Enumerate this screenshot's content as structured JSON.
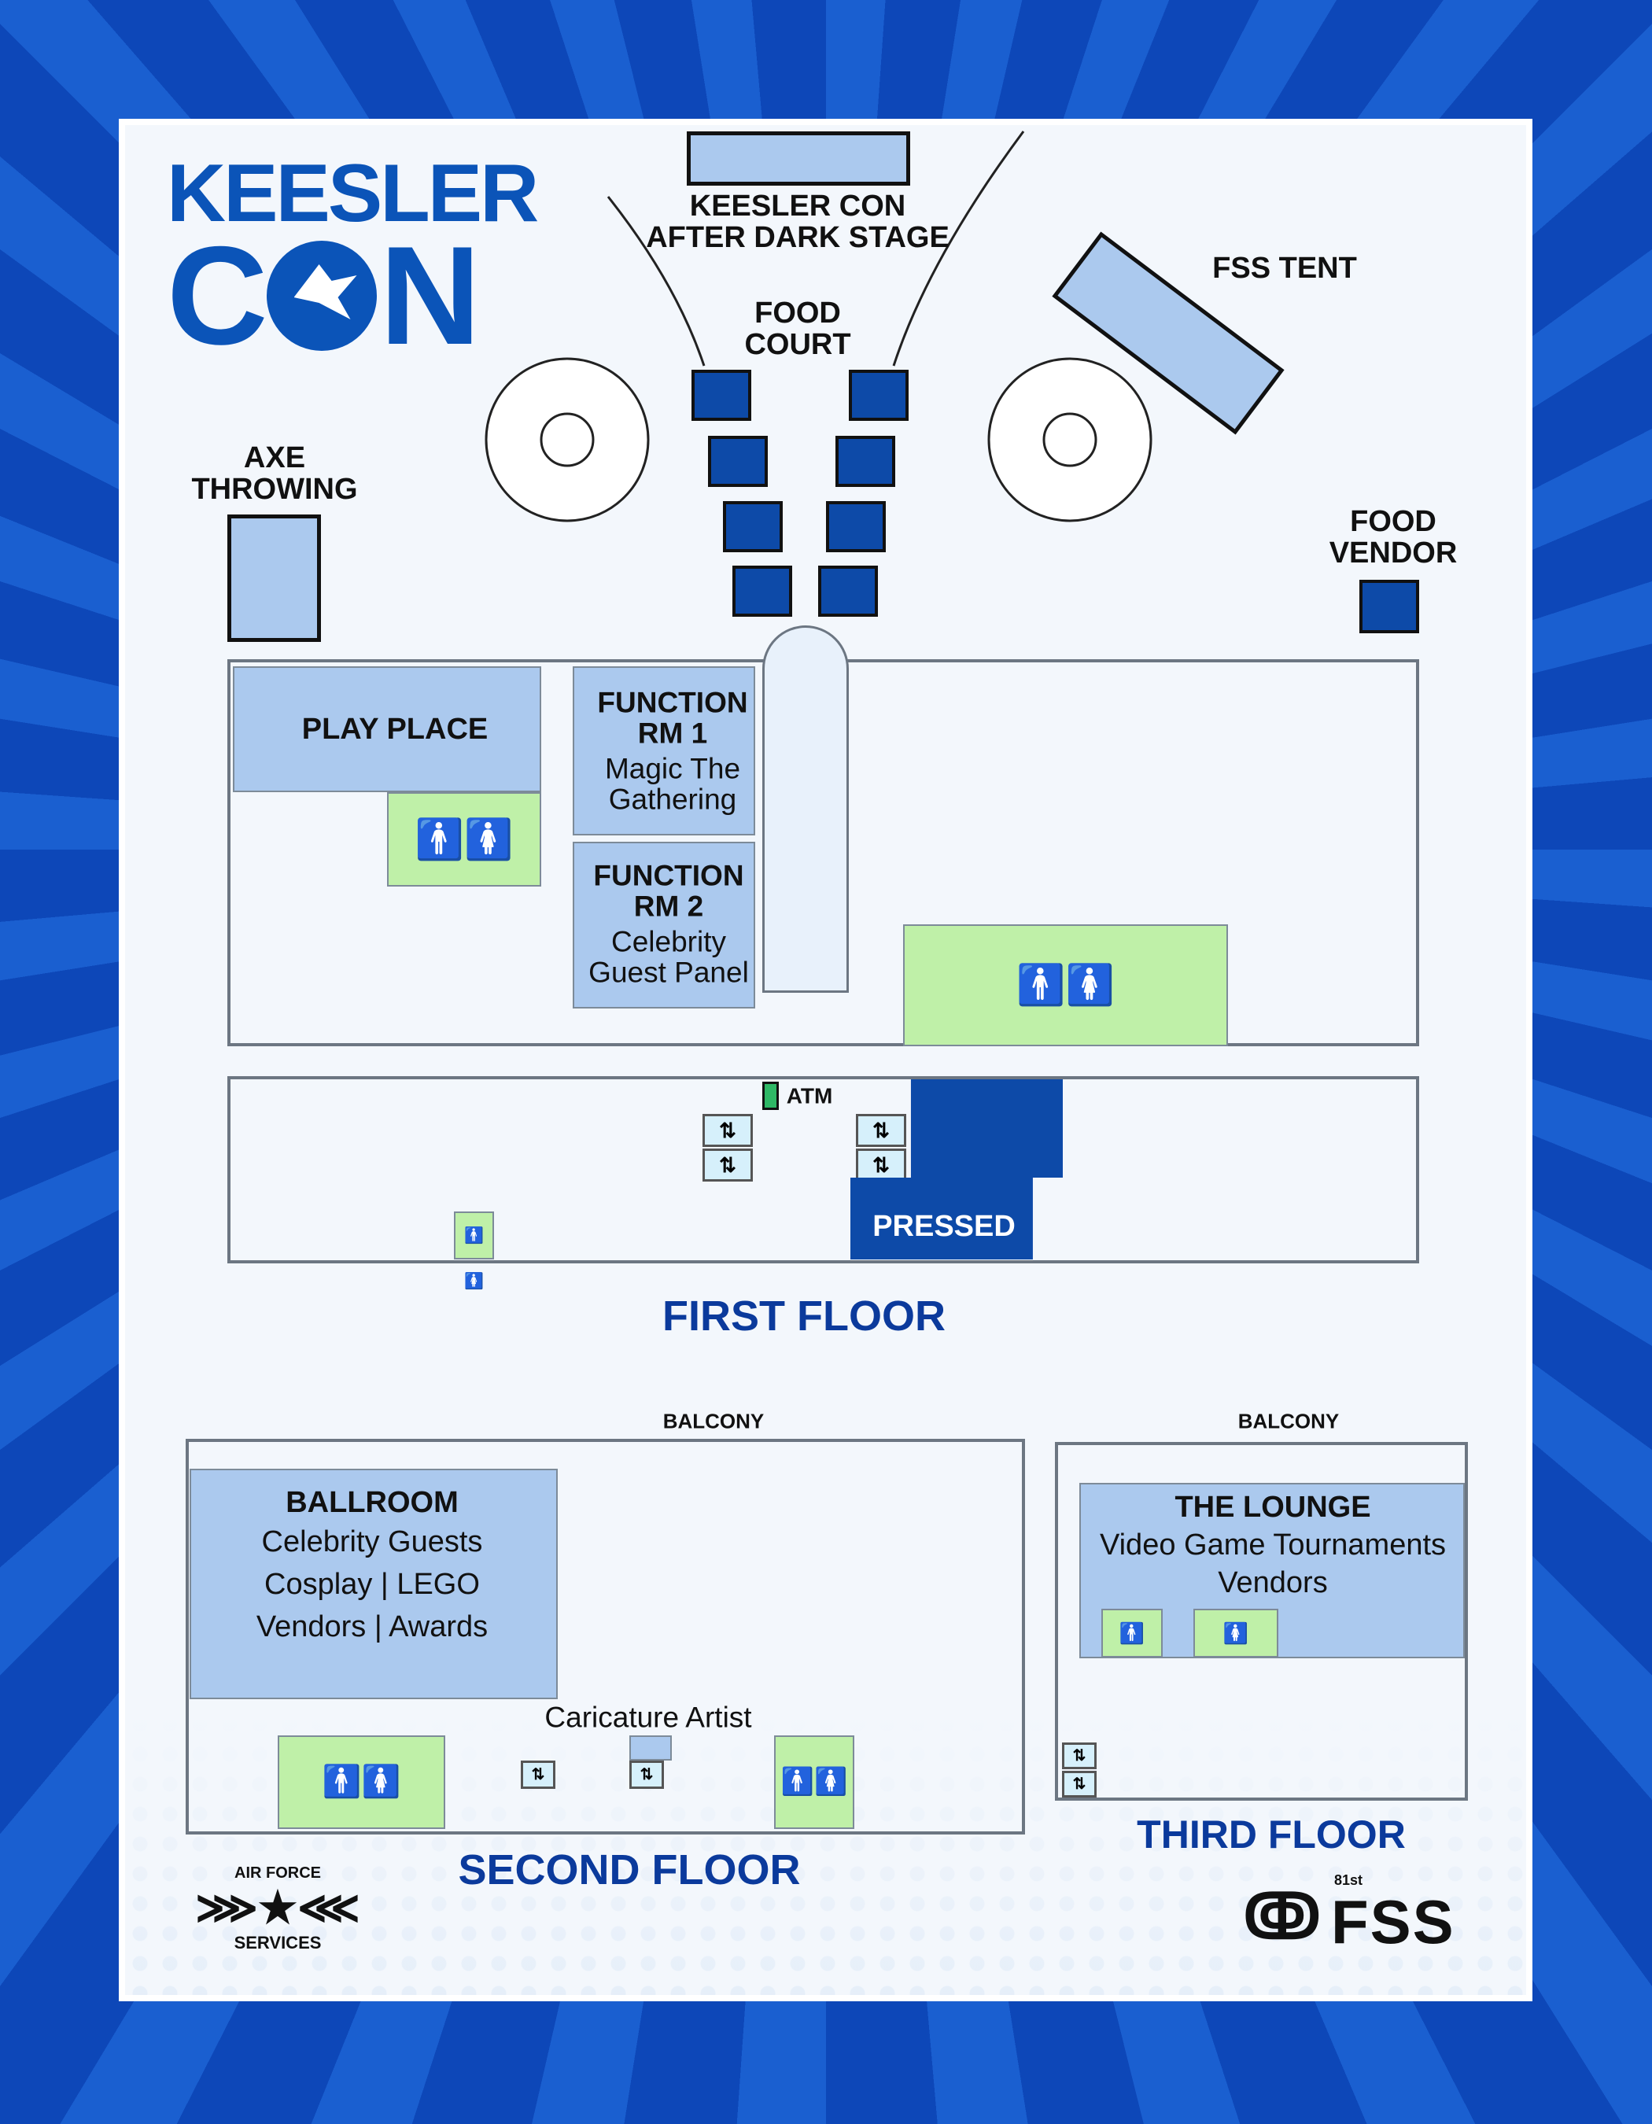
{
  "logo": {
    "line1": "KEESLER",
    "line2_left": "C",
    "line2_right": "N"
  },
  "outdoor": {
    "stage": [
      "KEESLER CON",
      "AFTER DARK STAGE"
    ],
    "fss_tent": "FSS TENT",
    "food_court": [
      "FOOD",
      "COURT"
    ],
    "axe_throwing": [
      "AXE",
      "THROWING"
    ],
    "food_vendor": [
      "FOOD",
      "VENDOR"
    ]
  },
  "first_floor": {
    "title": "FIRST FLOOR",
    "play_place": "PLAY PLACE",
    "function_rm_1": {
      "name": [
        "FUNCTION",
        "RM 1"
      ],
      "event": [
        "Magic The",
        "Gathering"
      ]
    },
    "function_rm_2": {
      "name": [
        "FUNCTION",
        "RM 2"
      ],
      "event": [
        "Celebrity",
        "Guest Panel"
      ]
    },
    "atm": "ATM",
    "pressed": "PRESSED"
  },
  "second_floor": {
    "title": "SECOND FLOOR",
    "balcony": "BALCONY",
    "ballroom": {
      "name": "BALLROOM",
      "lines": [
        "Celebrity Guests",
        "Cosplay | LEGO",
        "Vendors | Awards"
      ]
    },
    "caricature": "Caricature Artist"
  },
  "third_floor": {
    "title": "THIRD FLOOR",
    "balcony": "BALCONY",
    "lounge": {
      "name": "THE LOUNGE",
      "lines": [
        "Video Game Tournaments",
        "Vendors"
      ]
    }
  },
  "sponsors": {
    "air_force": [
      "AIR FORCE",
      "SERVICES"
    ],
    "fss": {
      "prefix": "81st",
      "name": "FSS"
    }
  },
  "colors": {
    "room": "#abc9ee",
    "restroom": "#bff0a8",
    "booth": "#0d4aa8",
    "title": "#0b3a9c"
  }
}
